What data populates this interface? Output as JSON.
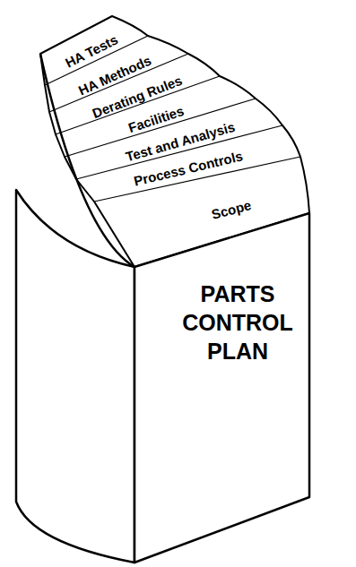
{
  "diagram": {
    "nodes": [
      {
        "text": [
          "HA Tests"
        ]
      },
      {
        "text": [
          "HA Methods"
        ]
      },
      {
        "text": [
          "Derating Rules"
        ]
      },
      {
        "text": [
          "Facilities"
        ]
      },
      {
        "text": [
          "Test and Analysis"
        ]
      },
      {
        "text": [
          "Process Controls"
        ]
      },
      {
        "text": [
          "Scope"
        ]
      },
      {
        "text": [
          "PARTS CONTROL PLAN"
        ]
      }
    ]
  }
}
